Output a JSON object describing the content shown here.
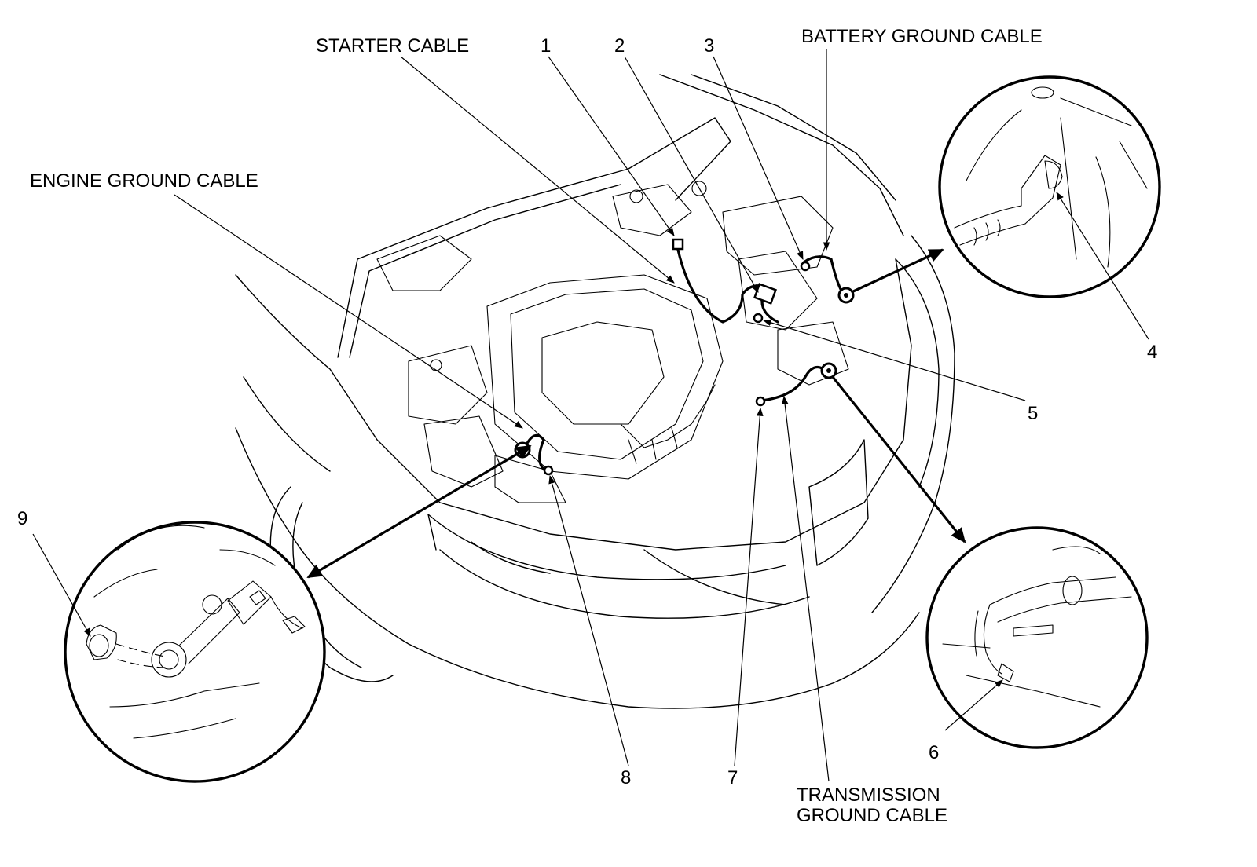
{
  "labels": {
    "starter_cable": "STARTER CABLE",
    "battery_ground_cable": "BATTERY GROUND CABLE",
    "engine_ground_cable": "ENGINE GROUND CABLE",
    "transmission_ground_cable_line1": "TRANSMISSION",
    "transmission_ground_cable_line2": "GROUND CABLE"
  },
  "callouts": {
    "c1": "1",
    "c2": "2",
    "c3": "3",
    "c4": "4",
    "c5": "5",
    "c6": "6",
    "c7": "7",
    "c8": "8",
    "c9": "9"
  }
}
